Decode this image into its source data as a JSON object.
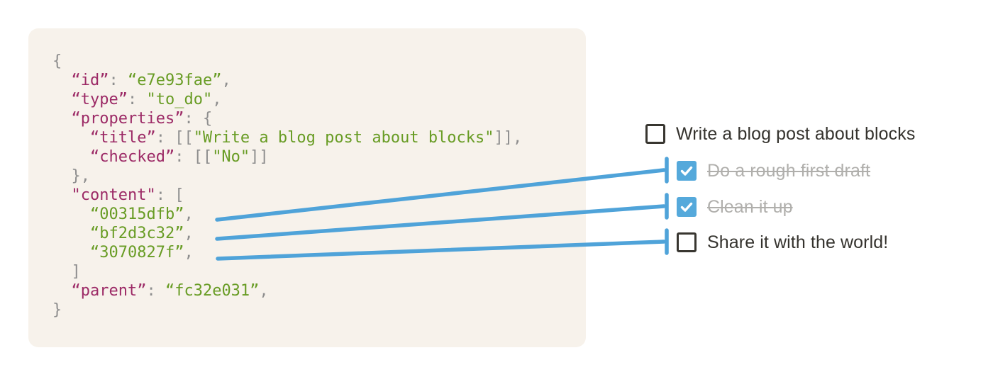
{
  "code_block": {
    "language": "json",
    "lines": [
      [
        [
          "p",
          "{"
        ]
      ],
      [
        [
          "p",
          "  "
        ],
        [
          "k",
          "“id”"
        ],
        [
          "p",
          ": "
        ],
        [
          "s",
          "“e7e93fae”"
        ],
        [
          "p",
          ","
        ]
      ],
      [
        [
          "p",
          "  "
        ],
        [
          "k",
          "“type”"
        ],
        [
          "p",
          ": "
        ],
        [
          "s",
          "\"to_do\""
        ],
        [
          "p",
          ","
        ]
      ],
      [
        [
          "p",
          "  "
        ],
        [
          "k",
          "“properties”"
        ],
        [
          "p",
          ": {"
        ]
      ],
      [
        [
          "p",
          "    "
        ],
        [
          "k",
          "“title”"
        ],
        [
          "p",
          ": [["
        ],
        [
          "s",
          "\"Write a blog post about blocks\""
        ],
        [
          "p",
          "]],"
        ]
      ],
      [
        [
          "p",
          "    "
        ],
        [
          "k",
          "“checked”"
        ],
        [
          "p",
          ": [["
        ],
        [
          "s",
          "\"No\""
        ],
        [
          "p",
          "]]"
        ]
      ],
      [
        [
          "p",
          "  },"
        ]
      ],
      [
        [
          "p",
          "  "
        ],
        [
          "k",
          "\"content\""
        ],
        [
          "p",
          ": ["
        ]
      ],
      [
        [
          "p",
          "    "
        ],
        [
          "s",
          "“00315dfb”"
        ],
        [
          "p",
          ","
        ]
      ],
      [
        [
          "p",
          "    "
        ],
        [
          "s",
          "“bf2d3c32”"
        ],
        [
          "p",
          ","
        ]
      ],
      [
        [
          "p",
          "    "
        ],
        [
          "s",
          "“3070827f”"
        ],
        [
          "p",
          ","
        ]
      ],
      [
        [
          "p",
          "  ]"
        ]
      ],
      [
        [
          "p",
          "  "
        ],
        [
          "k",
          "“parent”"
        ],
        [
          "p",
          ": "
        ],
        [
          "s",
          "“fc32e031”"
        ],
        [
          "p",
          ","
        ]
      ],
      [
        [
          "p",
          "}"
        ]
      ]
    ]
  },
  "todo": {
    "items": [
      {
        "label": "Write a blog post about blocks",
        "checked": false,
        "struck": false
      },
      {
        "label": "Do a rough first draft",
        "checked": true,
        "struck": true
      },
      {
        "label": "Clean it up",
        "checked": true,
        "struck": true
      },
      {
        "label": "Share it with the world!",
        "checked": false,
        "struck": false
      }
    ]
  },
  "connections": [
    {
      "from": "00315dfb",
      "to": "Do a rough first draft"
    },
    {
      "from": "bf2d3c32",
      "to": "Clean it up"
    },
    {
      "from": "3070827f",
      "to": "Share it with the world!"
    }
  ],
  "colors": {
    "code_background": "#f7f2eb",
    "code_key": "#9c2a66",
    "code_string": "#689c24",
    "code_punctuation": "#8e8e8e",
    "connector_blue": "#4fa3d9",
    "checkbox_checked_blue": "#55a9db",
    "checkbox_border_dark": "#383630",
    "todo_text_dark": "#35332e",
    "todo_text_struck_gray": "#b0afac"
  }
}
